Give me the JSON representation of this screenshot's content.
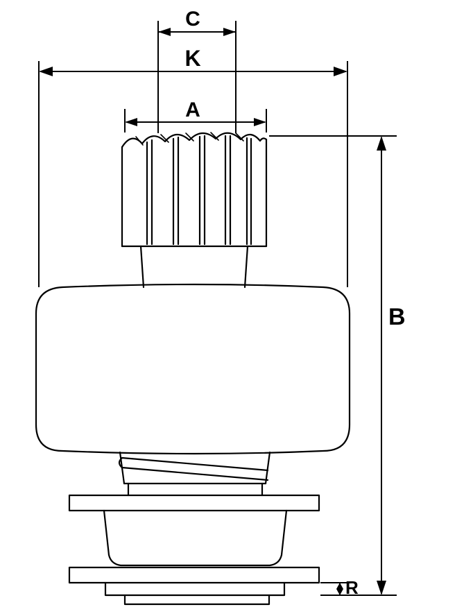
{
  "diagram": {
    "type": "technical-drawing",
    "subject": "starter-drive-pinion-side-view",
    "labels": {
      "c": "C",
      "k": "K",
      "a": "A",
      "b": "B",
      "r": "R"
    },
    "colors": {
      "line": "#000000",
      "background": "#ffffff"
    }
  }
}
